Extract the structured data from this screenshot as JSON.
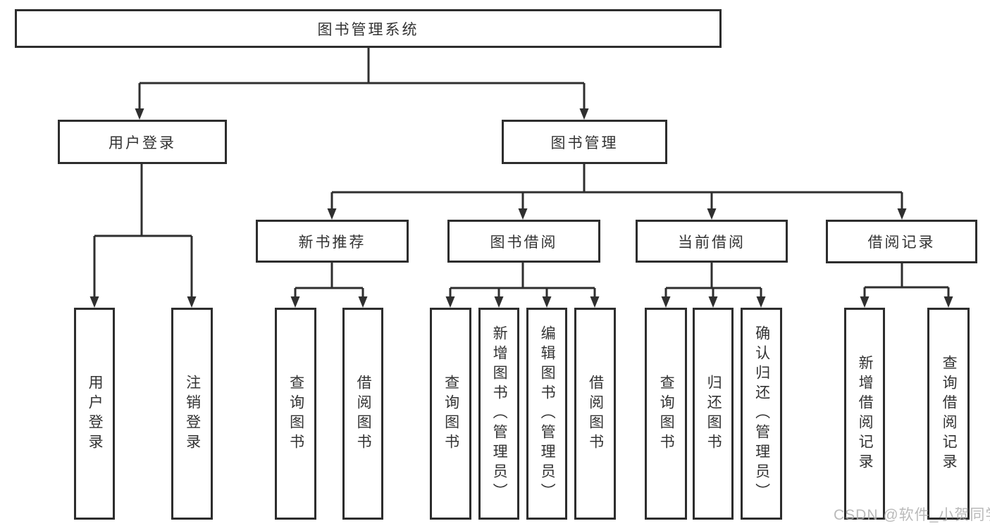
{
  "diagram": {
    "type": "tree",
    "orientation": "top-down",
    "colors": {
      "line": "#2f2f2f",
      "box_border": "#2d2d2d",
      "text": "#333333",
      "background": "#ffffff",
      "watermark": "#aeaeae"
    },
    "tree": {
      "root": {
        "label": "图书管理系统"
      },
      "branches": [
        {
          "label": "用户登录",
          "children": [
            {
              "label": "用户登录"
            },
            {
              "label": "注销登录"
            }
          ]
        },
        {
          "label": "图书管理",
          "children": [
            {
              "label": "新书推荐",
              "children": [
                {
                  "label": "查询图书"
                },
                {
                  "label": "借阅图书"
                }
              ]
            },
            {
              "label": "图书借阅",
              "children": [
                {
                  "label": "查询图书"
                },
                {
                  "label": "新增图书（管理员）"
                },
                {
                  "label": "编辑图书（管理员）"
                },
                {
                  "label": "借阅图书"
                }
              ]
            },
            {
              "label": "当前借阅",
              "children": [
                {
                  "label": "查询图书"
                },
                {
                  "label": "归还图书"
                },
                {
                  "label": "确认归还（管理员）"
                }
              ]
            },
            {
              "label": "借阅记录",
              "children": [
                {
                  "label": "新增借阅记录"
                },
                {
                  "label": "查询借阅记录"
                }
              ]
            }
          ]
        }
      ]
    }
  },
  "watermark": {
    "text": "CSDN @软件_小贺同学"
  }
}
